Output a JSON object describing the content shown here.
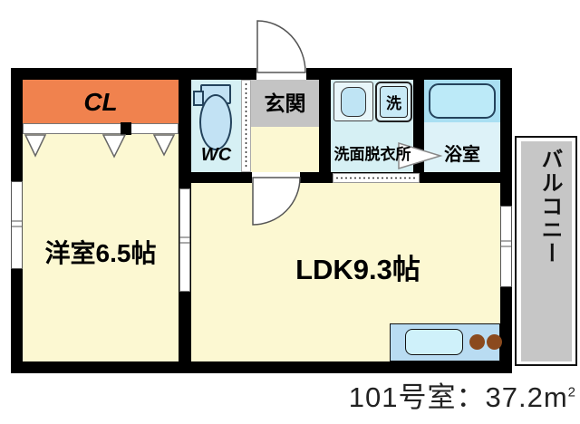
{
  "floorplan": {
    "rooms": {
      "closet": {
        "label": "CL"
      },
      "western_room": {
        "label": "洋室6.5帖"
      },
      "wc": {
        "label": "WC"
      },
      "entrance": {
        "label": "玄関"
      },
      "washroom": {
        "label": "洗面脱衣所"
      },
      "washing_machine": {
        "label": "洗"
      },
      "bathroom": {
        "label": "浴室"
      },
      "ldk": {
        "label": "LDK9.3帖"
      },
      "balcony": {
        "label": "バルコニー"
      }
    },
    "caption": {
      "room_no_and_area": "101号室：37.2m",
      "area_superscript": "2"
    },
    "colors": {
      "closet_orange": "#F0824E",
      "room_floor_yellow": "#FCF8D2",
      "wet_room_cyan": "#D6F0F4",
      "bathroom_floor": "#DDF2F8",
      "bath_zone_blue": "#A9DFF2",
      "bathtub_blue": "#BCEAF8",
      "fixture_blue": "#C2E2F4",
      "kitchen_counter_blue": "#B9DCF2",
      "kitchen_sink_blue": "#CFF1FA",
      "burner_brown": "#8B4A1E",
      "entrance_gray": "#C4C4C4",
      "balcony_gray": "#C6C6C6",
      "wall_black": "#000000"
    }
  }
}
